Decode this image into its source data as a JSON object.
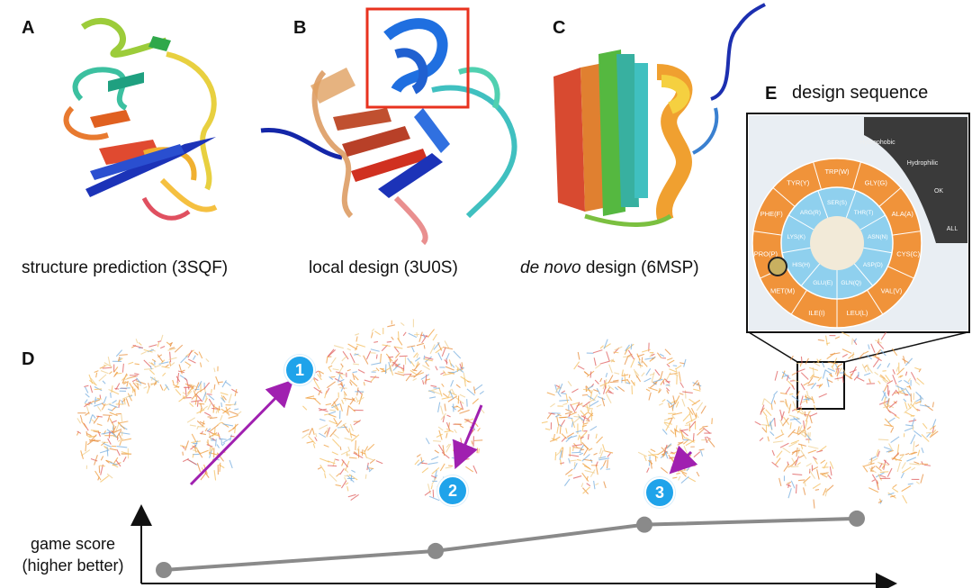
{
  "panels": {
    "a": {
      "letter": "A",
      "caption": "structure prediction (3SQF)"
    },
    "b": {
      "letter": "B",
      "caption": "local design (3U0S)"
    },
    "c": {
      "letter": "C",
      "caption_italic": "de novo",
      "caption_rest": " design (6MSP)"
    },
    "d": {
      "letter": "D"
    },
    "e": {
      "letter": "E",
      "title": "design sequence"
    }
  },
  "design_wheel": {
    "outer_ring": [
      "TRP(W)",
      "GLY(G)",
      "ALA(A)",
      "CYS(C)",
      "VAL(V)",
      "LEU(L)",
      "ILE(I)",
      "MET(M)",
      "PRO(P)",
      "PHE(F)",
      "TYR(Y)"
    ],
    "inner_ring": [
      "SER(S)",
      "THR(T)",
      "ASN(N)",
      "ASP(D)",
      "GLN(Q)",
      "GLU(E)",
      "HIS(H)",
      "LYS(K)",
      "ARG(R)"
    ],
    "sidebar": [
      "Hydrophobic",
      "Hydrophilic",
      "OK",
      "ALL"
    ],
    "colors": {
      "outer": "#f0933a",
      "inner": "#8fd0ee",
      "sidebar": "#3a3a3a"
    }
  },
  "steps": [
    "1",
    "2",
    "3"
  ],
  "score_chart": {
    "ylabel_line1": "game score",
    "ylabel_line2": "(higher better)",
    "points": [
      0.0,
      0.31,
      0.74,
      0.84
    ]
  },
  "colors": {
    "arrow": "#a020b0",
    "badge": "#1fa3ea",
    "highlight_box": "#e8321e",
    "score_line": "#8a8a8a"
  }
}
